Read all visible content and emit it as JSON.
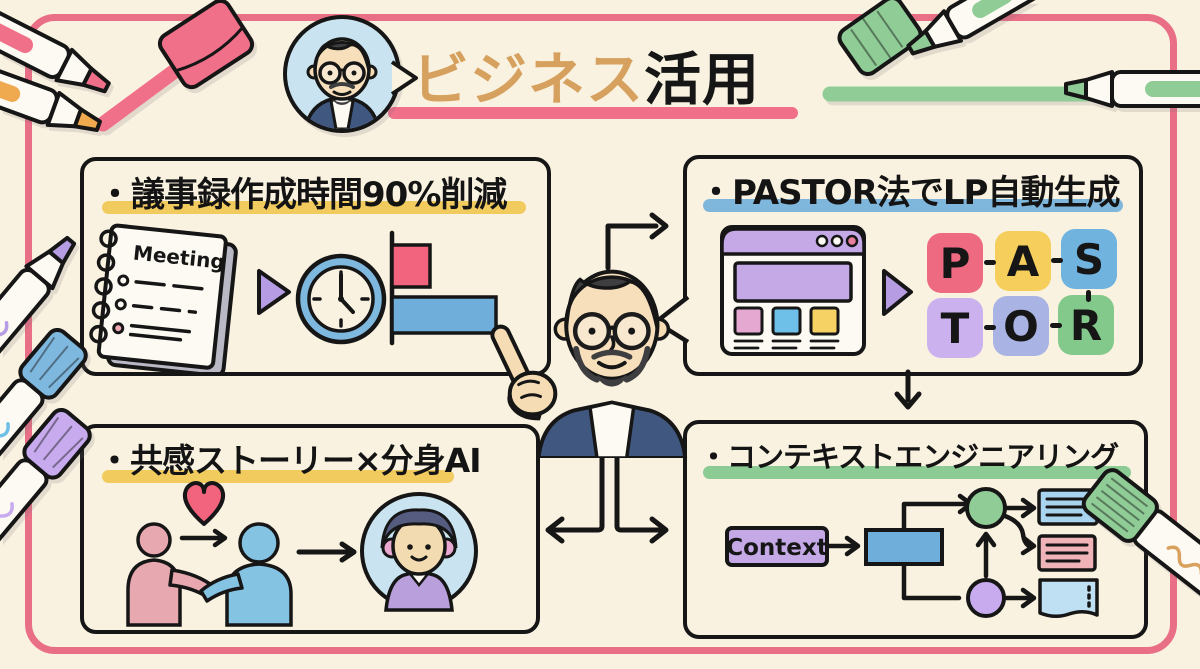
{
  "page": {
    "background": "#FAF2E0",
    "frame_color": "#E96F86",
    "ink_color": "#161616"
  },
  "header": {
    "avatar_icon": "bearded-man-with-glasses-avatar",
    "title_part1": "ビジネス",
    "title_part2": "活用",
    "title_part1_color": "#D6A15F",
    "title_part2_color": "#161616",
    "underline_color": "#F0708A"
  },
  "center": {
    "figure_icon": "pointing-bearded-man-with-glasses"
  },
  "boxes": {
    "minutes": {
      "heading": "・議事録作成時間90%削減",
      "highlight_color": "#F2CB5F",
      "notebook_label": "Meeting",
      "icons": [
        "spiral-notebook-icon",
        "triangle-arrow-icon",
        "clock-icon",
        "bar-chart-icon"
      ],
      "bar_chart": {
        "bars": [
          {
            "color": "#F2637E",
            "relative_length": 0.37
          },
          {
            "color": "#6FAEDB",
            "relative_length": 1.0
          }
        ]
      }
    },
    "pastor": {
      "heading": "・PASTOR法でLP自動生成",
      "highlight_color": "#7FB7DC",
      "icons": [
        "browser-window-icon",
        "triangle-arrow-icon",
        "letter-tiles-icon"
      ],
      "letters": [
        "P",
        "A",
        "S",
        "T",
        "O",
        "R"
      ],
      "letter_colors": [
        "#EE6A80",
        "#F6CE5B",
        "#6FB3DE",
        "#CBB2EE",
        "#AAB4E4",
        "#82C98B"
      ]
    },
    "story": {
      "heading": "・共感ストーリー×分身AI",
      "highlight_color": "#F2CB5F",
      "icons": [
        "pink-person-icon",
        "heart-icon",
        "blue-person-icon",
        "arrow-icon",
        "headphones-avatar-icon"
      ]
    },
    "context": {
      "heading": "・コンテキストエンジニアリング",
      "highlight_color": "#8CCB94",
      "node_label": "Context",
      "node_color": "#C4A9E6",
      "icons": [
        "flow-diagram-icon"
      ]
    }
  },
  "decorations": {
    "markers": [
      "pink-marker",
      "orange-marker",
      "pink-eraser",
      "green-marker-cap",
      "green-marker",
      "green-highlight-stroke",
      "right-green-marker",
      "purple-marker",
      "blue-marker",
      "lavender-marker",
      "bottom-right-green-marker",
      "pink-highlight-stroke"
    ],
    "stroke_colors": {
      "pink": "#F0708A",
      "green": "#8FCC96"
    }
  }
}
